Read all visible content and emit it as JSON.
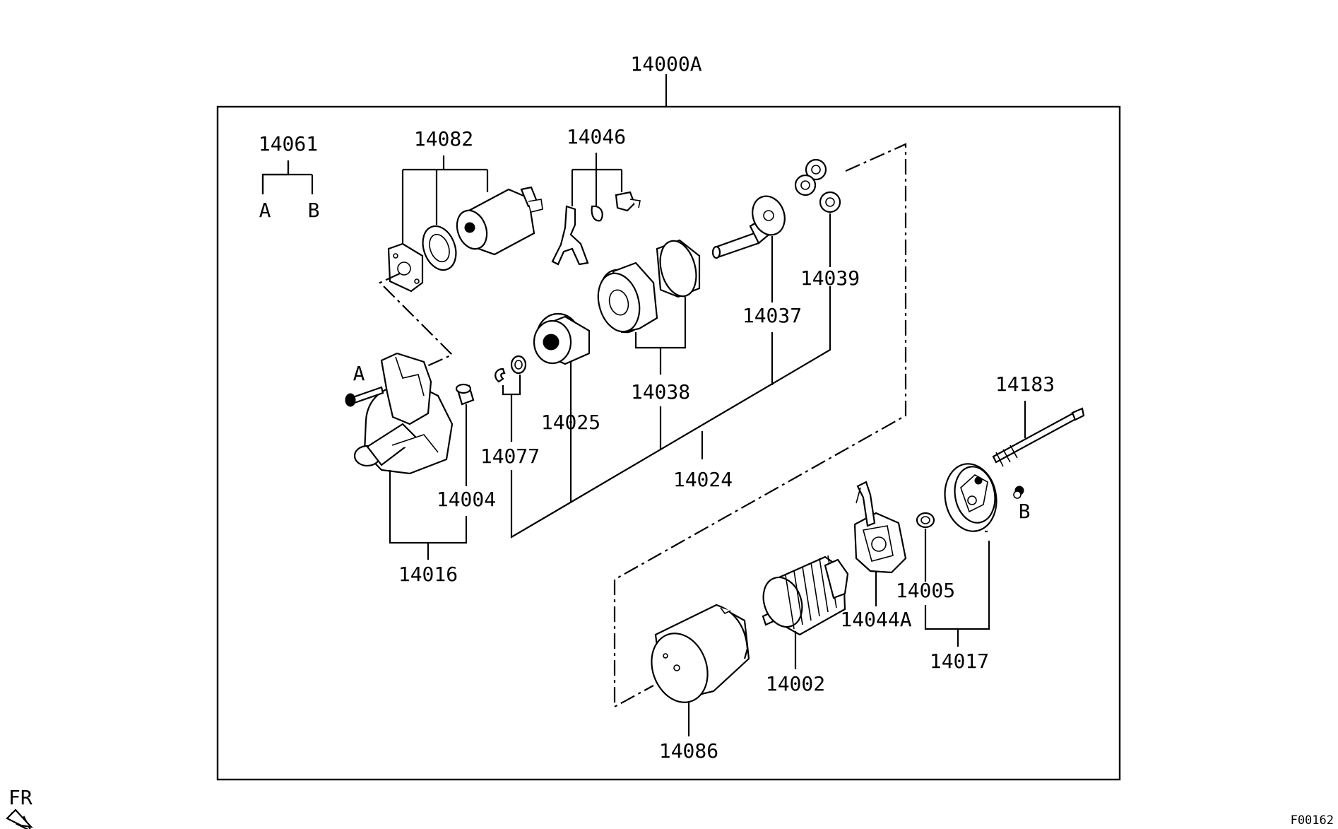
{
  "diagram": {
    "assembly_label": "14000A",
    "figure_code": "F00162",
    "direction_label": "FR",
    "callouts": {
      "c14061": "14061",
      "c14082": "14082",
      "c14046": "14046",
      "c14039": "14039",
      "c14037": "14037",
      "c14038": "14038",
      "c14025": "14025",
      "c14077": "14077",
      "c14024": "14024",
      "c14004": "14004",
      "c14016": "14016",
      "c14183": "14183",
      "c14005": "14005",
      "c14044A": "14044A",
      "c14017": "14017",
      "c14002": "14002",
      "c14086": "14086"
    },
    "refs": {
      "a_top": "A",
      "b_top": "B",
      "a_bolt": "A",
      "b_nut": "B"
    },
    "icons": [
      "starter-motor-exploded-view",
      "fr-arrow-icon"
    ]
  }
}
